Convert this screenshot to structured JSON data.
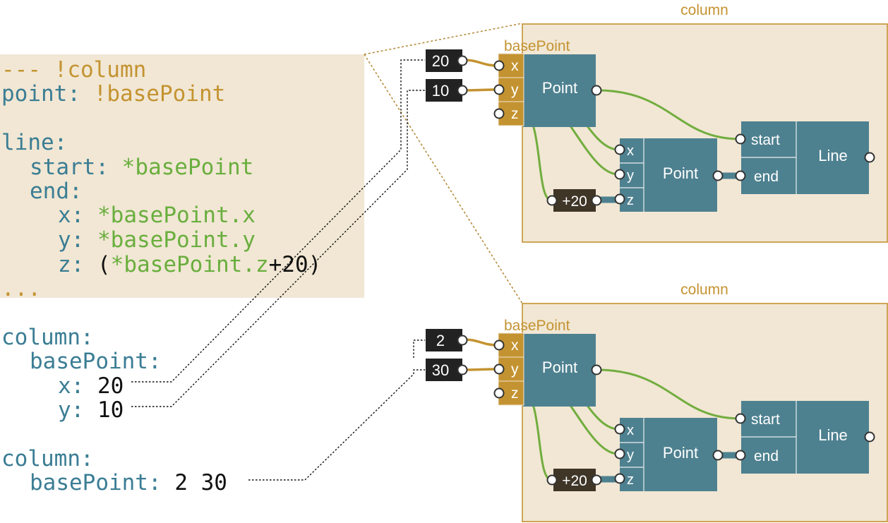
{
  "colors": {
    "gold": "#c49331",
    "teal": "#4e8190",
    "green": "#72ad3f",
    "panel_bg": "#f1e7d4",
    "dark": "#222222",
    "brown": "#3f3628"
  },
  "code": {
    "block1": {
      "l1": "--- !column",
      "l2_key": "point: ",
      "l2_val": "!basePoint",
      "l3": "line:",
      "l4_key": "start: ",
      "l4_val": "*basePoint",
      "l5": "end:",
      "l6_key": "x: ",
      "l6_val": "*basePoint.x",
      "l7_key": "y: ",
      "l7_val": "*basePoint.y",
      "l8_key": "z: ",
      "l8_open": "(",
      "l8_ref": "*basePoint.z",
      "l8_rest": "+20)",
      "l9": "..."
    },
    "block2": {
      "l1": "column:",
      "l2": "basePoint:",
      "l3_key": "x: ",
      "l3_val": "20",
      "l4_key": "y: ",
      "l4_val": "10"
    },
    "block3": {
      "l1": "column:",
      "l2_key": "basePoint: ",
      "l2_val": "2 30"
    }
  },
  "columns": [
    {
      "title": "column",
      "base_label": "basePoint",
      "inputs": [
        "20",
        "10"
      ],
      "ports": [
        "x",
        "y",
        "z"
      ],
      "point_label": "Point",
      "point2_label": "Point",
      "offset_label": "+20",
      "line_label": "Line",
      "line_ports": [
        "start",
        "end"
      ]
    },
    {
      "title": "column",
      "base_label": "basePoint",
      "inputs": [
        "2",
        "30"
      ],
      "ports": [
        "x",
        "y",
        "z"
      ],
      "point_label": "Point",
      "point2_label": "Point",
      "offset_label": "+20",
      "line_label": "Line",
      "line_ports": [
        "start",
        "end"
      ]
    }
  ]
}
